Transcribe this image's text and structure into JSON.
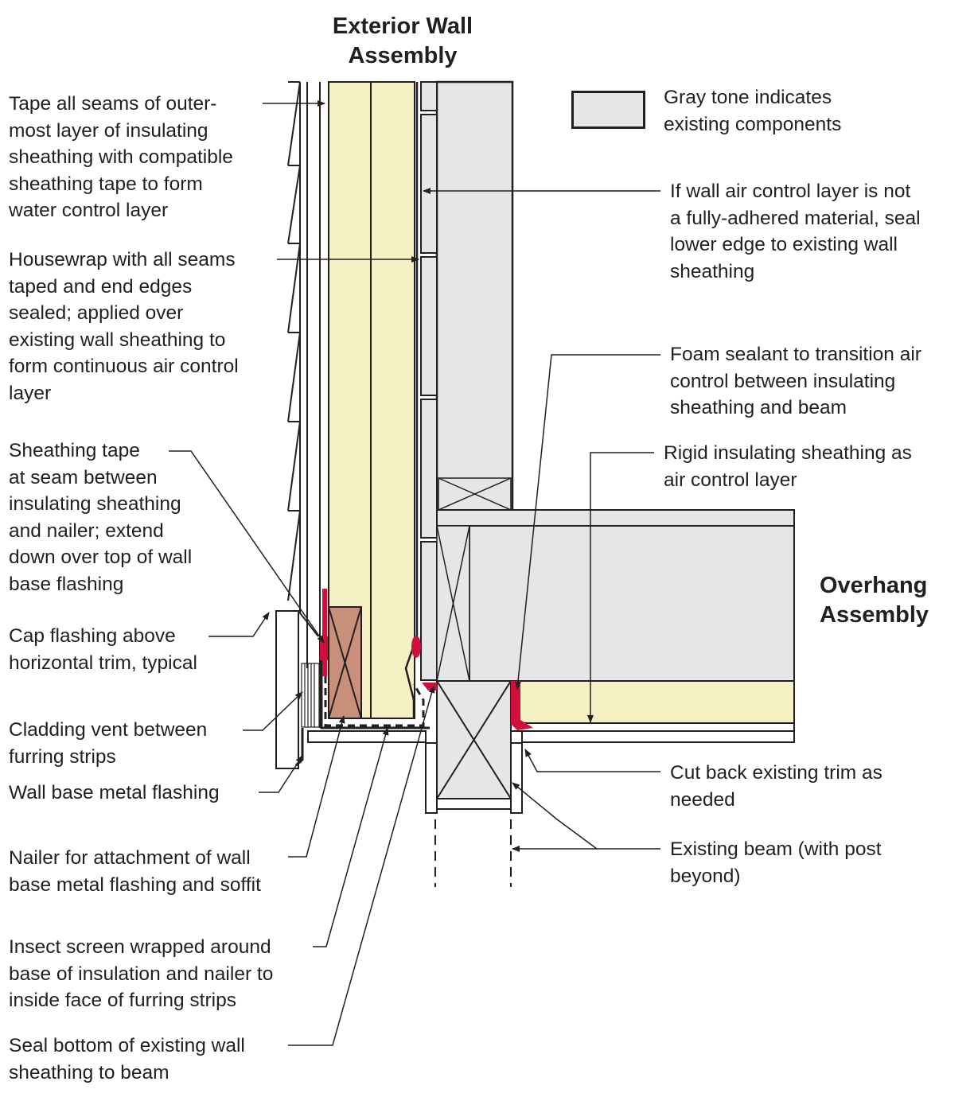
{
  "titles": {
    "wall": "Exterior Wall\nAssembly",
    "overhang": "Overhang\nAssembly"
  },
  "legend": {
    "text": "Gray tone indicates\nexisting components",
    "swatch_color": "#e5e6e8"
  },
  "notes_left": [
    "Tape all seams of outer-\nmost layer of insulating\nsheathing with compatible\nsheathing tape to form\nwater control layer",
    "Housewrap with all seams\ntaped and end edges\nsealed; applied over\nexisting wall sheathing to\nform continuous air control\nlayer",
    "Sheathing tape\nat seam between\ninsulating sheathing\nand nailer; extend\ndown over top of wall\nbase flashing",
    "Cap flashing above\nhorizontal trim, typical",
    "Cladding vent between\nfurring strips",
    "Wall base metal flashing",
    "Nailer for attachment of wall\nbase metal flashing and soffit",
    "Insect screen wrapped around\nbase of insulation and nailer to\ninside face of furring strips",
    "Seal bottom of existing wall\nsheathing to beam"
  ],
  "notes_right": [
    "If wall air control layer is not\na fully-adhered material, seal\nlower edge to existing wall\nsheathing",
    "Foam sealant to transition air\ncontrol between insulating\nsheathing and beam",
    "Rigid insulating sheathing as\nair control layer",
    "Cut back existing trim as\nneeded",
    "Existing beam (with post\nbeyond)"
  ],
  "colors": {
    "existing_gray": "#e5e6e8",
    "insulation_yellow": "#f5f1c4",
    "nailer_brown": "#c8907a",
    "sealant_red": "#d0103a",
    "line": "#231f20"
  }
}
